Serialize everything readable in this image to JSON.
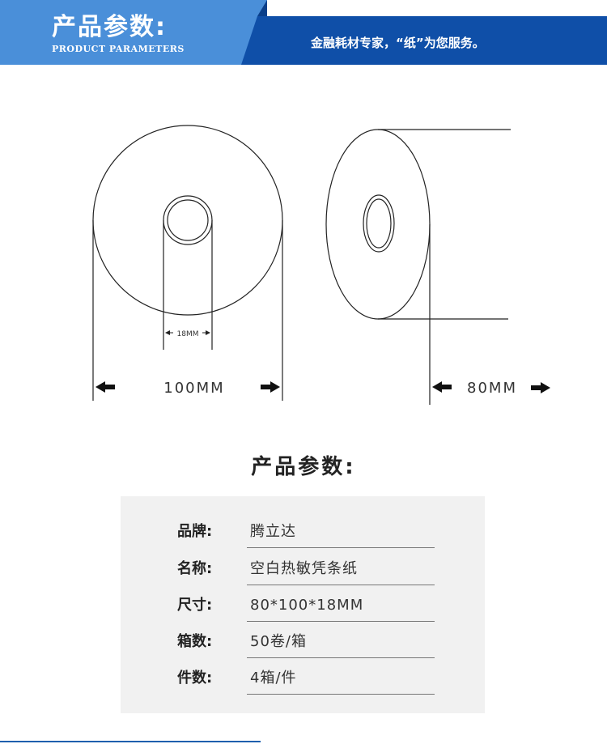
{
  "banner": {
    "title": "产品参数:",
    "subtitle": "PRODUCT PARAMETERS",
    "slogan": "金融耗材专家，“纸”为您服务。",
    "color_light": "#4a8fd9",
    "color_dark": "#0f4fa8"
  },
  "diagram": {
    "core_label": "18MM",
    "diameter_label": "100MM",
    "width_label": "80MM"
  },
  "section_title": "产品参数:",
  "specs": [
    {
      "label": "品牌:",
      "value": "腾立达"
    },
    {
      "label": "名称:",
      "value": "空白热敏凭条纸"
    },
    {
      "label": "尺寸:",
      "value": "80*100*18MM"
    },
    {
      "label": "箱数:",
      "value": "50卷/箱"
    },
    {
      "label": "件数:",
      "value": "4箱/件"
    }
  ]
}
